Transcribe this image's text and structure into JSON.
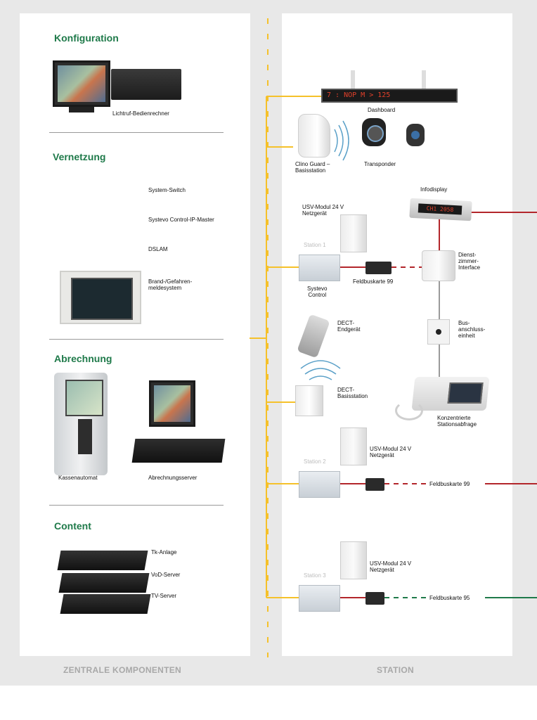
{
  "footer": {
    "left": "ZENTRALE KOMPONENTEN",
    "right": "STATION"
  },
  "sections": {
    "konfiguration": "Konfiguration",
    "vernetzung": "Vernetzung",
    "abrechnung": "Abrechnung",
    "content": "Content"
  },
  "labels": {
    "lichtruf": "Lichtruf-Bedienrechner",
    "system_switch": "System-Switch",
    "ip_master": "Systevo Control-IP-Master",
    "dslam": "DSLAM",
    "brand": "Brand-/Gefahren-\nmeldesystem",
    "kassenautomat": "Kassenautomat",
    "abrechnungsserver": "Abrechnungsserver",
    "tk_anlage": "Tk-Anlage",
    "vod_server": "VoD-Server",
    "tv_server": "TV-Server",
    "dashboard": "Dashboard",
    "dashboard_text": "7 : NOP M > 125",
    "clino": "Clino Guard –\nBasisstation",
    "transponder": "Transponder",
    "infodisplay": "Infodisplay",
    "infodisplay_text": "CH1 2058",
    "usv1": "USV-Modul 24 V\nNetzgerät",
    "usv2": "USV-Modul 24 V\nNetzgerät",
    "usv3": "USV-Modul 24 V\nNetzgerät",
    "station1": "Station 1",
    "station2": "Station 2",
    "station3": "Station 3",
    "systevo": "Systevo\nControl",
    "feldbus1": "Feldbuskarte 99",
    "feldbus2": "Feldbuskarte 99",
    "feldbus3": "Feldbuskarte 95",
    "dienst": "Dienst-\nzimmer-\nInterface",
    "dect_end": "DECT-\nEndgerät",
    "bus": "Bus-\nanschluss-\neinheit",
    "dect_basis": "DECT-\nBasisstation",
    "konzentrierte": "Konzentrierte\nStationsabfrage"
  },
  "colors": {
    "green": "#1f7a4a",
    "yellow": "#f5c12a",
    "red": "#b3262b",
    "grey": "#9a9a9a",
    "buswire_green": "#1f7a4a"
  }
}
